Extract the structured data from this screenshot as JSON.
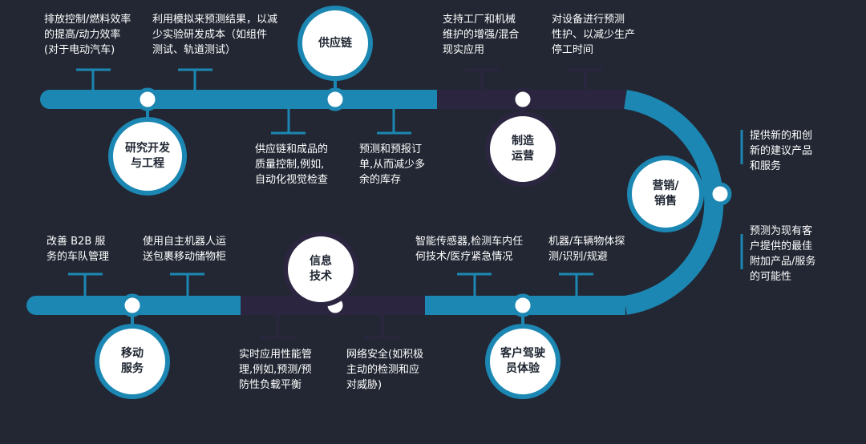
{
  "colors": {
    "background": "#222733",
    "teal": "#1c87b3",
    "teal_light": "#2a9ed0",
    "dark": "#2c2540",
    "white": "#ffffff"
  },
  "stages": {
    "rnd": "研究开发\n与工程",
    "supply": "供应链",
    "manufacturing": "制造\n运营",
    "marketing": "营销/\n销售",
    "mobility": "移动\n服务",
    "it": "信息\n技术",
    "cx": "客户驾驶\n员体验"
  },
  "notes": {
    "emission": "排放控制/燃料效率\n的提高/动力效率\n(对于电动汽车)",
    "simulation": "利用模拟来预测结果，以减\n少实验研发成本（如组件\n测试、轨道测试）",
    "quality": "供应链和成品的\n质量控制,例如,\n自动化视觉检查",
    "orders": "预测和预报订\n单,从而减少多\n余的库存",
    "mixed_reality": "支持工厂和机械\n维护的增强/混合\n现实应用",
    "predictive": "对设备进行预测\n性护、以减少生产\n停工时间",
    "new_products": "提供新的和创\n新的建议产品\n和服务",
    "best_addon": "预测为现有客\n户提供的最佳\n附加产品/服务\n的可能性",
    "b2b": "改善 B2B 服\n务的车队管理",
    "robots": "使用自主机器人运\n送包裹移动储物柜",
    "app_perf": "实时应用性能管\n理,例如,预测/预\n防性负载平衡",
    "security": "网络安全(如积极\n主动的检测和应\n对威胁)",
    "sensors": "智能传感器,检测车内任\n何技术/医疗紧急情况",
    "detection": "机器/车辆物体探\n测/识别/规避"
  }
}
